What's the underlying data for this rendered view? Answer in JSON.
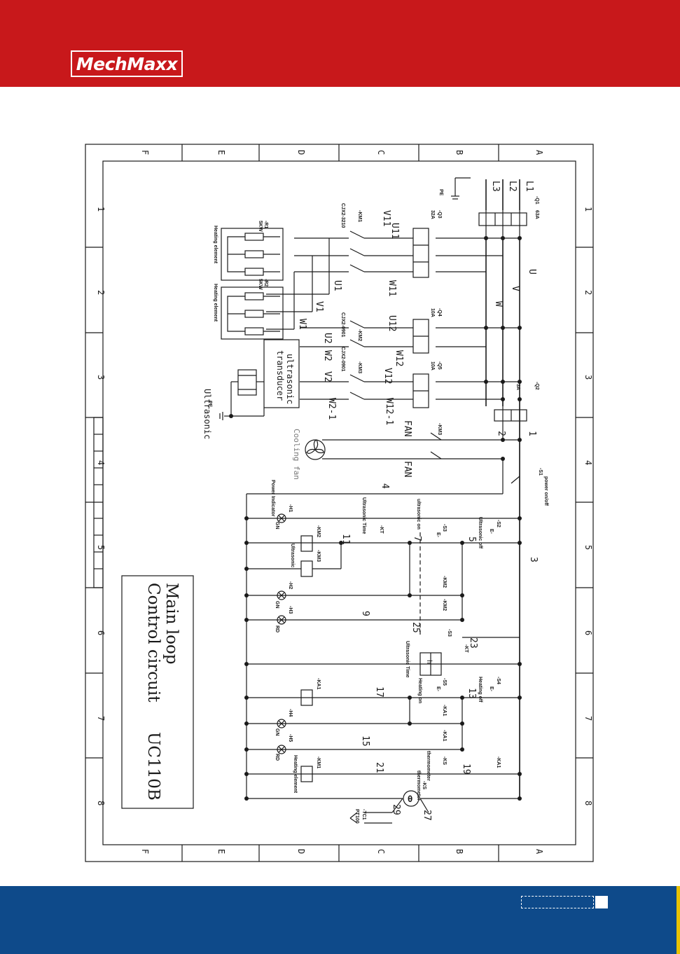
{
  "header": {
    "brand": "MechMaxx"
  },
  "footer": {
    "page_number": ""
  },
  "frame": {
    "rows": [
      "A",
      "B",
      "C",
      "D",
      "E",
      "F"
    ],
    "cols": [
      "1",
      "2",
      "3",
      "4",
      "5",
      "6",
      "7",
      "8"
    ]
  },
  "title_block": {
    "line1": "Main loop",
    "line2": "Control circuit",
    "model": "UC110B"
  },
  "power": {
    "l1": "L1",
    "l2": "L2",
    "l3": "L3",
    "q1": "-Q1",
    "q1_rating": "63A",
    "pe": "PE",
    "u": "U",
    "v": "V",
    "w": "W",
    "q2": "-Q2",
    "q2_rating": "3A",
    "n1": "1",
    "n2": "2",
    "n3": "3",
    "n4": "4"
  },
  "heating_branch": {
    "q3": "-Q3",
    "q3_rating": "32A",
    "km1": "-KM1",
    "km1_model": "CJX2-3210",
    "u11": "U11",
    "v11": "V11",
    "w11": "W11",
    "u1": "U1",
    "v1": "V1",
    "w1": "W1",
    "r1": "-R1",
    "r1_power": "5KW",
    "r2": "-R2",
    "r2_power": "5KW",
    "heating_label_1": "Heating element",
    "heating_label_2": "Heating element"
  },
  "ultrasonic_branch": {
    "q4": "-Q4",
    "q4_rating": "10A",
    "q5": "-Q5",
    "q5_rating": "10A",
    "km2": "-KM2",
    "km2_model": "CJX2-0901",
    "km3": "-KM3",
    "km3_model": "CJX2-0901",
    "u12": "U12",
    "w12": "W12",
    "v12": "V12",
    "w12_1": "W12-1",
    "u2": "U2",
    "w2": "W2",
    "v2": "V2",
    "w2_1": "W2-1",
    "transducer_1": "ultrasonic",
    "transducer_2": "transducer",
    "pe": "PE",
    "ultrasonic": "Ultrasonic"
  },
  "fan_branch": {
    "km3": "-KM3",
    "fan_1": "FAN",
    "fan_2": "FAN",
    "cooling_fan": "Cooling fan"
  },
  "control": {
    "s1": "-S1",
    "s1_label": "power on/off",
    "h1": "-H1",
    "h1_color": "GN",
    "power_indicator": "Power Indicator",
    "s2": "-S2",
    "s2_label": "Ultrasonic off",
    "s3": "-S3",
    "s3_label": "ultrasonic on",
    "kt": "-KT",
    "kt_label": "Ultrasonic Time",
    "km2": "-KM2",
    "km3": "-KM3",
    "ultrasonic": "Ultrasonic",
    "h2": "-H2",
    "h2_color": "GN",
    "h3": "-H3",
    "h3_color": "RD",
    "kt_coil": "-KT",
    "kt_coil_label": "Ultrasonic Time",
    "kt_symbol": "h",
    "s4": "-S4",
    "s4_label": "Heating off",
    "s5": "-S5",
    "s5_label": "Heating on",
    "ka1": "-KA1",
    "h4": "-H4",
    "h4_color": "GN",
    "h5": "-H5",
    "h5_color": "RD",
    "ks": "-KS",
    "ks_label": "thermometer",
    "km1": "-KM1",
    "km1_label": "Heating element",
    "tc1": "-TC1",
    "tc1_model": "PT100",
    "e_mark": "E-",
    "w5": "5",
    "w7": "7",
    "w9": "9",
    "w11": "11",
    "w13": "13",
    "w15": "15",
    "w17": "17",
    "w19": "19",
    "w21": "21",
    "w23": "23",
    "w25": "25",
    "w27": "27",
    "w29": "29"
  }
}
